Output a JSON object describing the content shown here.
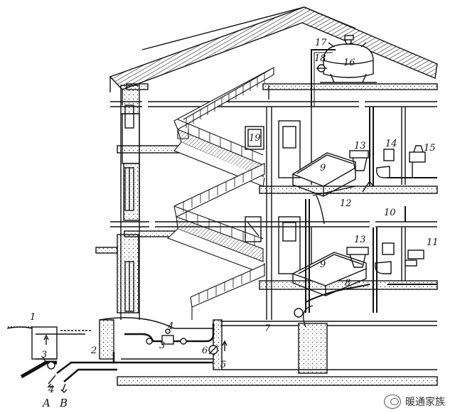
{
  "labels": {
    "l1": "1",
    "l2": "2",
    "l3a": "3",
    "l3b": "3",
    "l4a": "4",
    "l4b": "4",
    "l5": "5",
    "l6": "6",
    "l7": "7",
    "l8": "8",
    "l9a": "9",
    "l9b": "9",
    "l10": "10",
    "l11": "11",
    "l12": "12",
    "l13a": "13",
    "l13b": "13",
    "l14": "14",
    "l15": "15",
    "l16": "16",
    "l17": "17",
    "l18": "18",
    "l19": "19",
    "lA": "A",
    "lB": "B"
  },
  "watermark": {
    "text": "暖通家族",
    "icon": "wechat-icon"
  }
}
